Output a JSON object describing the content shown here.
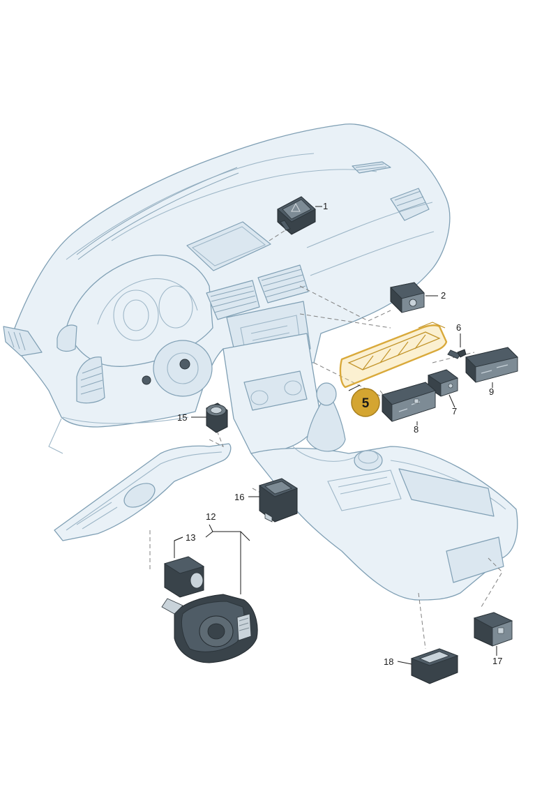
{
  "callouts": [
    {
      "id": "p1",
      "label": "1"
    },
    {
      "id": "p2",
      "label": "2"
    },
    {
      "id": "p5",
      "label": "5"
    },
    {
      "id": "p6",
      "label": "6"
    },
    {
      "id": "p7",
      "label": "7"
    },
    {
      "id": "p8",
      "label": "8"
    },
    {
      "id": "p9",
      "label": "9"
    },
    {
      "id": "p12",
      "label": "12"
    },
    {
      "id": "p13",
      "label": "13"
    },
    {
      "id": "p15",
      "label": "15"
    },
    {
      "id": "p16",
      "label": "16"
    },
    {
      "id": "p17",
      "label": "17"
    },
    {
      "id": "p18",
      "label": "18"
    }
  ],
  "colors": {
    "highlight": "#d9a93a",
    "highlight_badge": "#d4a531",
    "dashboard_outline": "#7f9fb4",
    "dashboard_fill": "#e9f1f7",
    "switch_body": "#4f5c66"
  }
}
